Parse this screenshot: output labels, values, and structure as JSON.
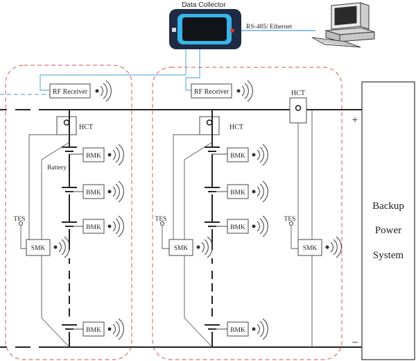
{
  "labels": {
    "data_collector": "Data Collector",
    "link": "RS-485/ Ethernet",
    "rf_receiver": "RF Receiver",
    "hct": "HCT",
    "bmk": "BMK",
    "smk": "SMK",
    "tes": "TES",
    "battery": "Battery",
    "plus": "+",
    "minus": "–",
    "backup_line1": "Backup",
    "backup_line2": "Power",
    "backup_line3": "System"
  },
  "colors": {
    "dashed_group": "#e07070",
    "comm_line": "#6aaedc",
    "wire": "#333333",
    "collector_screen": "#38b4e8",
    "collector_body": "#1f2a44"
  }
}
